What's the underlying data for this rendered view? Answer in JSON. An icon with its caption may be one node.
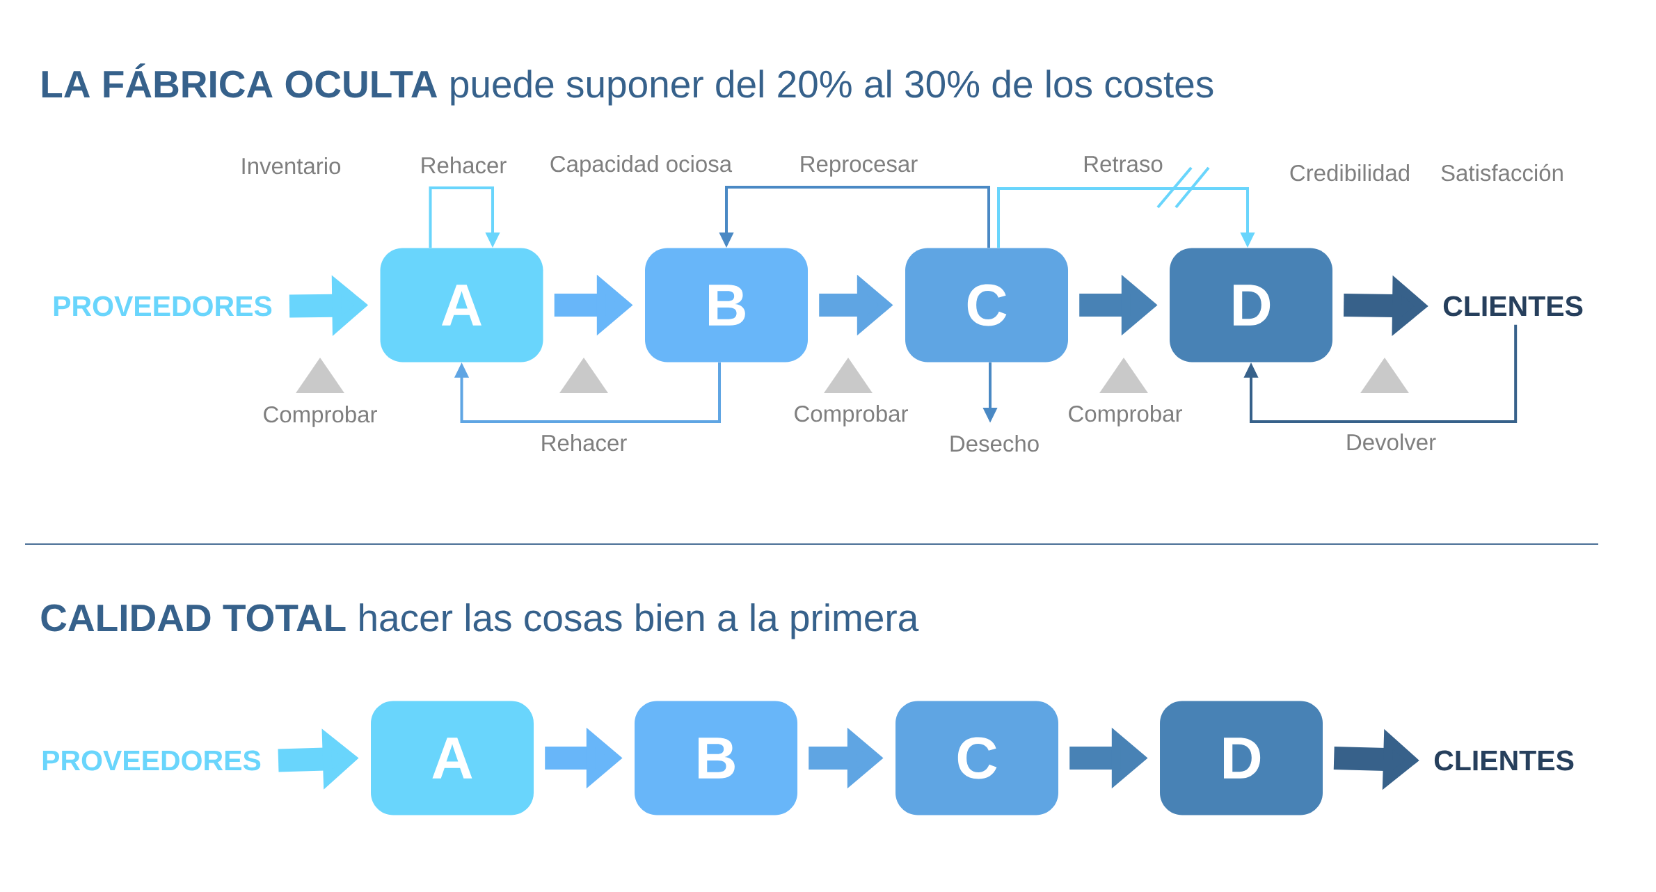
{
  "diagram": {
    "title": "**LA FÁBRICA OCULTA** puede suponer del 20% al 30% de los costes",
    "nodes": [
      {
        "text": [
          "PROVEEDORES"
        ]
      },
      {
        "text": [
          "A"
        ]
      },
      {
        "text": [
          "B"
        ]
      },
      {
        "text": [
          "C"
        ]
      },
      {
        "text": [
          "D"
        ]
      },
      {
        "text": [
          "CLIENTES"
        ]
      },
      {
        "text": [
          "Desecho"
        ]
      },
      {
        "text": [
          "PROVEEDORES"
        ]
      },
      {
        "text": [
          "A"
        ]
      },
      {
        "text": [
          "B"
        ]
      },
      {
        "text": [
          "C"
        ]
      },
      {
        "text": [
          "D"
        ]
      },
      {
        "text": [
          "CLIENTES"
        ]
      }
    ],
    "edges": [
      {
        "from": 0,
        "to": 1,
        "arrow": "to",
        "color": "#69d5fc"
      },
      {
        "from": 1,
        "to": 2,
        "arrow": "to",
        "color": "#68b6f9"
      },
      {
        "from": 2,
        "to": 3,
        "arrow": "to",
        "color": "#5fa5e3"
      },
      {
        "from": 3,
        "to": 4,
        "arrow": "to",
        "color": "#4882b5"
      },
      {
        "from": 4,
        "to": 5,
        "arrow": "to",
        "color": "#37618a"
      },
      {
        "from": 1,
        "to": 1,
        "arrow": "to",
        "label": "Rehacer",
        "color": "#69d5fc"
      },
      {
        "from": 2,
        "to": 1,
        "arrow": "to",
        "label": "Rehacer",
        "color": "#5fa5e3"
      },
      {
        "from": 3,
        "to": 2,
        "arrow": "to",
        "label": "Reprocesar",
        "color": "#4a89c4"
      },
      {
        "from": 3,
        "to": 4,
        "arrow": "to",
        "label": "Retraso",
        "color": "#69d5fc"
      },
      {
        "from": 3,
        "to": 6,
        "arrow": "to",
        "color": "#4a89c4"
      },
      {
        "from": 5,
        "to": 4,
        "arrow": "to",
        "label": "Devolver",
        "color": "#37618a"
      },
      {
        "from": 7,
        "to": 8,
        "arrow": "to",
        "color": "#69d5fc"
      },
      {
        "from": 8,
        "to": 9,
        "arrow": "to",
        "color": "#68b6f9"
      },
      {
        "from": 9,
        "to": 10,
        "arrow": "to",
        "color": "#5fa5e3"
      },
      {
        "from": 10,
        "to": 11,
        "arrow": "to",
        "color": "#4882b5"
      },
      {
        "from": 11,
        "to": 12,
        "arrow": "to",
        "color": "#37618a"
      }
    ],
    "labels": [
      "Inventario",
      "Capacidad ociosa",
      "Credibilidad",
      "Satisfacción",
      "Comprobar",
      "Comprobar",
      "Comprobar",
      "**CALIDAD TOTAL** hacer las cosas bien a la primera"
    ]
  }
}
